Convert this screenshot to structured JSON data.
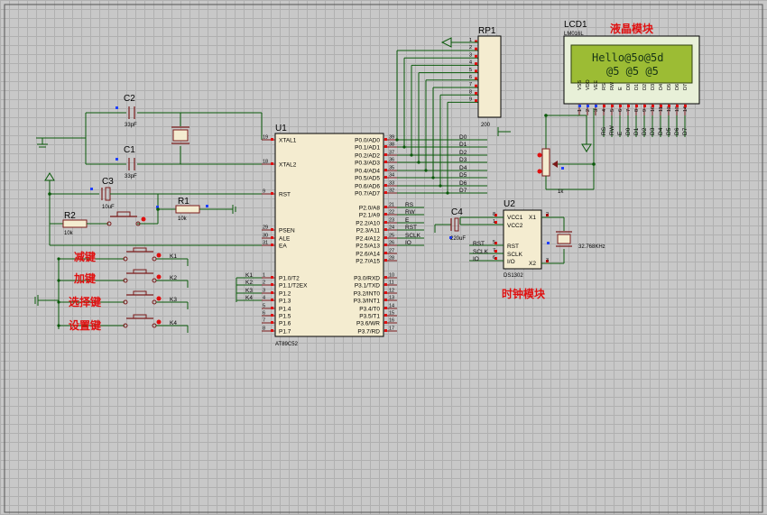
{
  "u1": {
    "ref": "U1",
    "part": "AT89C52",
    "left_pins": [
      {
        "num": "19",
        "label": "XTAL1"
      },
      {
        "num": "18",
        "label": "XTAL2"
      },
      {
        "num": "9",
        "label": "RST"
      },
      {
        "num": "29",
        "label": "PSEN"
      },
      {
        "num": "30",
        "label": "ALE"
      },
      {
        "num": "31",
        "label": "EA"
      },
      {
        "num": "1",
        "label": "P1.0/T2"
      },
      {
        "num": "2",
        "label": "P1.1/T2EX"
      },
      {
        "num": "3",
        "label": "P1.2"
      },
      {
        "num": "4",
        "label": "P1.3"
      },
      {
        "num": "5",
        "label": "P1.4"
      },
      {
        "num": "6",
        "label": "P1.5"
      },
      {
        "num": "7",
        "label": "P1.6"
      },
      {
        "num": "8",
        "label": "P1.7"
      }
    ],
    "right_pins": [
      {
        "num": "39",
        "label": "P0.0/AD0"
      },
      {
        "num": "38",
        "label": "P0.1/AD1"
      },
      {
        "num": "37",
        "label": "P0.2/AD2"
      },
      {
        "num": "36",
        "label": "P0.3/AD3"
      },
      {
        "num": "35",
        "label": "P0.4/AD4"
      },
      {
        "num": "34",
        "label": "P0.5/AD5"
      },
      {
        "num": "33",
        "label": "P0.6/AD6"
      },
      {
        "num": "32",
        "label": "P0.7/AD7"
      },
      {
        "num": "21",
        "label": "P2.0/A8"
      },
      {
        "num": "22",
        "label": "P2.1/A9"
      },
      {
        "num": "23",
        "label": "P2.2/A10"
      },
      {
        "num": "24",
        "label": "P2.3/A11"
      },
      {
        "num": "25",
        "label": "P2.4/A12"
      },
      {
        "num": "26",
        "label": "P2.5/A13"
      },
      {
        "num": "27",
        "label": "P2.6/A14"
      },
      {
        "num": "28",
        "label": "P2.7/A15"
      },
      {
        "num": "10",
        "label": "P3.0/RXD"
      },
      {
        "num": "11",
        "label": "P3.1/TXD"
      },
      {
        "num": "12",
        "label": "P3.2/INT0"
      },
      {
        "num": "13",
        "label": "P3.3/INT1"
      },
      {
        "num": "14",
        "label": "P3.4/T0"
      },
      {
        "num": "15",
        "label": "P3.5/T1"
      },
      {
        "num": "16",
        "label": "P3.6/WR"
      },
      {
        "num": "17",
        "label": "P3.7/RD"
      }
    ],
    "p0_nets": [
      "D0",
      "D1",
      "D2",
      "D3",
      "D4",
      "D5",
      "D6",
      "D7"
    ],
    "p2_nets": [
      "RS",
      "RW",
      "E",
      "RST",
      "SCLK",
      "IO"
    ],
    "p1_nets": [
      "K1",
      "K2",
      "K3",
      "K4"
    ]
  },
  "rp1": {
    "ref": "RP1",
    "value": "200",
    "pins": [
      "1",
      "2",
      "3",
      "4",
      "5",
      "6",
      "7",
      "8",
      "9"
    ]
  },
  "lcd": {
    "ref": "LCD1",
    "part": "LM016L",
    "line1": "Hello@5o@5d",
    "line2": "@5 @5 @5",
    "pins": [
      "VSS",
      "VDD",
      "VEE",
      "RS",
      "RW",
      "E",
      "D0",
      "D1",
      "D2",
      "D3",
      "D4",
      "D5",
      "D6",
      "D7"
    ],
    "pin_nums": [
      "1",
      "2",
      "3",
      "4",
      "5",
      "6",
      "7",
      "8",
      "9",
      "10",
      "11",
      "12",
      "13",
      "14"
    ],
    "pin_nets": [
      "RS",
      "RW",
      "E",
      "D0",
      "D1",
      "D2",
      "D3",
      "D4",
      "D5",
      "D6",
      "D7"
    ],
    "pot": "1k"
  },
  "u2": {
    "ref": "U2",
    "part": "DS1302",
    "left": [
      {
        "num": "8",
        "label": "VCC1"
      },
      {
        "num": "1",
        "label": "VCC2"
      },
      {
        "num": "5",
        "label": "RST"
      },
      {
        "num": "7",
        "label": "SCLK"
      },
      {
        "num": "6",
        "label": "I/O"
      }
    ],
    "right": [
      {
        "num": "2",
        "label": "X1"
      },
      {
        "num": "3",
        "label": "X2"
      }
    ],
    "nets": [
      "RST",
      "SCLK",
      "IO"
    ],
    "crystal": "32.768KHz"
  },
  "c1": {
    "ref": "C1",
    "value": "33pF"
  },
  "c2": {
    "ref": "C2",
    "value": "33pF"
  },
  "c3": {
    "ref": "C3",
    "value": "10uF"
  },
  "c4": {
    "ref": "C4",
    "value": "220uF"
  },
  "r1": {
    "ref": "R1",
    "value": "10k"
  },
  "r2": {
    "ref": "R2",
    "value": "10k"
  },
  "keys": [
    {
      "label": "减键",
      "net": "K1"
    },
    {
      "label": "加键",
      "net": "K2"
    },
    {
      "label": "选择键",
      "net": "K3"
    },
    {
      "label": "设置键",
      "net": "K4"
    }
  ],
  "titles": {
    "lcd_module": "液晶模块",
    "clock_module": "时钟模块"
  }
}
